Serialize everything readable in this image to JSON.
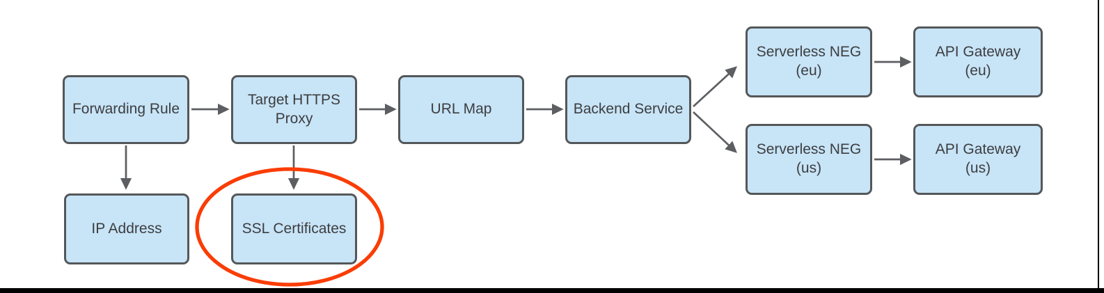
{
  "diagram": {
    "type": "flowchart",
    "background": "#ffffff",
    "nodes": [
      {
        "id": "forwarding-rule",
        "label": "Forwarding Rule"
      },
      {
        "id": "target-https-proxy",
        "label": "Target HTTPS\nProxy"
      },
      {
        "id": "url-map",
        "label": "URL Map"
      },
      {
        "id": "backend-service",
        "label": "Backend Service"
      },
      {
        "id": "serverless-neg-eu",
        "label": "Serverless NEG\n(eu)"
      },
      {
        "id": "api-gateway-eu",
        "label": "API Gateway\n(eu)"
      },
      {
        "id": "serverless-neg-us",
        "label": "Serverless NEG\n(us)"
      },
      {
        "id": "api-gateway-us",
        "label": "API Gateway\n(us)"
      },
      {
        "id": "ip-address",
        "label": "IP Address"
      },
      {
        "id": "ssl-certificates",
        "label": "SSL Certificates"
      }
    ],
    "edges": [
      {
        "from": "forwarding-rule",
        "to": "target-https-proxy"
      },
      {
        "from": "target-https-proxy",
        "to": "url-map"
      },
      {
        "from": "url-map",
        "to": "backend-service"
      },
      {
        "from": "backend-service",
        "to": "serverless-neg-eu"
      },
      {
        "from": "backend-service",
        "to": "serverless-neg-us"
      },
      {
        "from": "serverless-neg-eu",
        "to": "api-gateway-eu"
      },
      {
        "from": "serverless-neg-us",
        "to": "api-gateway-us"
      },
      {
        "from": "forwarding-rule",
        "to": "ip-address"
      },
      {
        "from": "target-https-proxy",
        "to": "ssl-certificates"
      }
    ],
    "annotation": {
      "shape": "ellipse",
      "highlighted_node": "ssl-certificates",
      "color": "#fa3d05"
    },
    "colors": {
      "node_fill": "#c8e4f7",
      "node_border": "#545759",
      "node_text": "#3c3e40",
      "connector": "#5c5e61",
      "highlight": "#fa3d05",
      "frame_edge": "#000000"
    }
  }
}
